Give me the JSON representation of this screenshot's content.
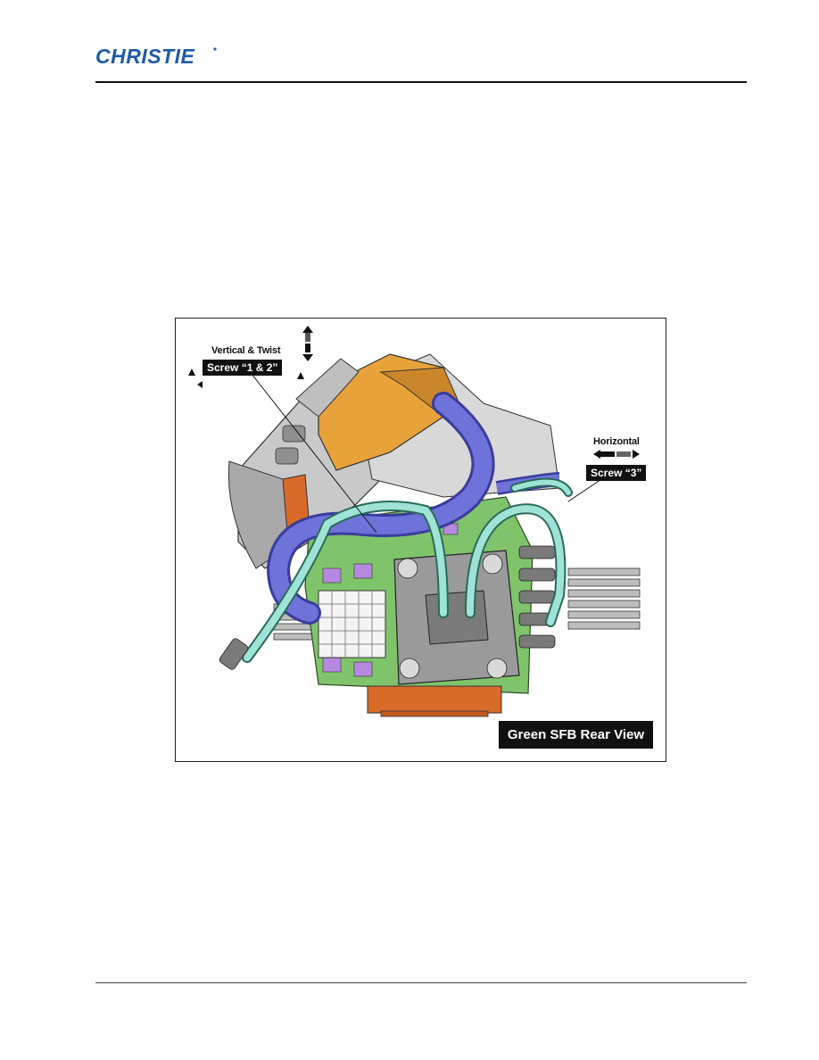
{
  "header": {
    "logo_text": "CHRISTIE",
    "logo_color": "#1f5aa6"
  },
  "figure": {
    "callout_1_title": "Vertical & Twist",
    "callout_1_label": "Screw  “1 & 2”",
    "callout_2_title": "Horizontal",
    "callout_2_label": "Screw “3”",
    "caption": "Green SFB Rear View"
  },
  "colors": {
    "tube_blue": "#6f72d8",
    "tube_green": "#9fe3d6",
    "housing_orange": "#e8a23a",
    "bracket_orange": "#d86a2a",
    "board_green": "#7fc46b"
  }
}
